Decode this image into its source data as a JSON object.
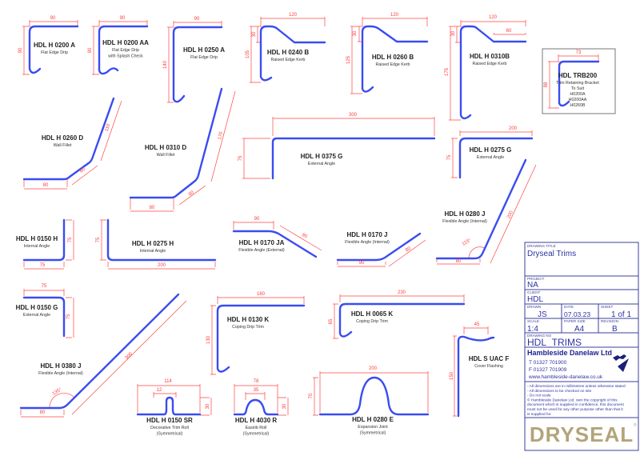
{
  "colors": {
    "profile": "#3a4cf0",
    "dimension": "#ff3b3b",
    "title_block": "#2e33a0",
    "logo": "#b3a47a"
  },
  "items": [
    {
      "code": "HDL H 0200 A",
      "desc": [
        "Flat Edge Drip"
      ],
      "dims": [
        "90",
        "90"
      ]
    },
    {
      "code": "HDL H 0200 AA",
      "desc": [
        "Flat Edge Drip",
        "with Splash Check"
      ],
      "dims": [
        "90",
        "90"
      ]
    },
    {
      "code": "HDL H 0250 A",
      "desc": [
        "Flat Edge Drip"
      ],
      "dims": [
        "90",
        "140"
      ]
    },
    {
      "code": "HDL H 0240 B",
      "desc": [
        "Raised Edge Kerb"
      ],
      "dims": [
        "120",
        "30",
        "105"
      ]
    },
    {
      "code": "HDL H 0260 B",
      "desc": [
        "Raised Edge Kerb"
      ],
      "dims": [
        "120",
        "30",
        "125"
      ]
    },
    {
      "code": "HDL H 0310B",
      "desc": [
        "Raised Edge Kerb"
      ],
      "dims": [
        "120",
        "60",
        "30",
        "175"
      ]
    },
    {
      "code": "HDL TRB200",
      "desc": [
        "Trim Retaining Bracket",
        "To Suit",
        "H0200A",
        "H0200AA",
        "H0260B"
      ],
      "dims": [
        "73",
        "88"
      ]
    },
    {
      "code": "HDL H 0260 D",
      "desc": [
        "Wall Fillet"
      ],
      "dims": [
        "80",
        "60",
        "110"
      ]
    },
    {
      "code": "HDL H 0310 D",
      "desc": [
        "Wall Fillet"
      ],
      "dims": [
        "80",
        "60",
        "170"
      ]
    },
    {
      "code": "HDL H 0375 G",
      "desc": [
        "External Angle"
      ],
      "dims": [
        "300",
        "75"
      ]
    },
    {
      "code": "HDL H 0275 G",
      "desc": [
        "External Angle"
      ],
      "dims": [
        "200",
        "75"
      ]
    },
    {
      "code": "HDL H 0280 J",
      "desc": [
        "Flexible Angle (Internal)"
      ],
      "dims": [
        "80",
        "200",
        "115°"
      ]
    },
    {
      "code": "HDL H 0150 H",
      "desc": [
        "Internal Angle"
      ],
      "dims": [
        "75",
        "75"
      ]
    },
    {
      "code": "HDL H 0275 H",
      "desc": [
        "Internal Angle"
      ],
      "dims": [
        "75",
        "200"
      ]
    },
    {
      "code": "HDL H 0170 JA",
      "desc": [
        "Flexible Angle (External)"
      ],
      "dims": [
        "90",
        "80"
      ]
    },
    {
      "code": "HDL H 0170 J",
      "desc": [
        "Flexible Angle (Internal)"
      ],
      "dims": [
        "90",
        "80"
      ]
    },
    {
      "code": "HDL H 0150 G",
      "desc": [
        "External Angle"
      ],
      "dims": [
        "75",
        "75"
      ]
    },
    {
      "code": "HDL H 0380 J",
      "desc": [
        "Flexible Angle (Internal)"
      ],
      "dims": [
        "80",
        "300",
        "135°"
      ]
    },
    {
      "code": "HDL H 0130 K",
      "desc": [
        "Coping Drip Trim"
      ],
      "dims": [
        "160",
        "130"
      ]
    },
    {
      "code": "HDL H 0065 K",
      "desc": [
        "Coping Drip Trim"
      ],
      "dims": [
        "230",
        "65"
      ]
    },
    {
      "code": "HDL S UAC F",
      "desc": [
        "Cover Flashing"
      ],
      "dims": [
        "45",
        "150"
      ]
    },
    {
      "code": "HDL H 0280 E",
      "desc": [
        "Expansion Joint",
        "(Symmetrical)"
      ],
      "dims": [
        "200",
        "70"
      ]
    },
    {
      "code": "HDL H 0150 SR",
      "desc": [
        "Decorative Trim Roll",
        "(Symmetrical)"
      ],
      "dims": [
        "114",
        "12",
        "30"
      ]
    },
    {
      "code": "HDL H 4030 R",
      "desc": [
        "Easirib Roll",
        "(Symmetrical)"
      ],
      "dims": [
        "78",
        "35",
        "30"
      ]
    }
  ],
  "title_block": {
    "drawing_title_label": "DRAWING TITLE",
    "drawing_title": "Dryseal Trims",
    "project_label": "PROJECT",
    "project": "NA",
    "client_label": "CLIENT",
    "client": "HDL",
    "drawn_label": "DRAWN",
    "drawn": "JS",
    "date_label": "DATE",
    "date": "07.03.23",
    "sheet_label": "SHEET",
    "sheet": "1 of 1",
    "scale_label": "SCALE",
    "scale": "1:4",
    "paper_size_label": "PAPER SIZE",
    "paper_size": "A4",
    "revision_label": "REVISION",
    "revision": "B",
    "drawing_no_label": "DRAWING NO",
    "drawing_no": "HDL_TRIMS",
    "company": "Hambleside Danelaw Ltd",
    "phone": "T  01327 701900",
    "fax": "F  01327 701909",
    "website": "www.hambleside-danelaw.co.uk",
    "notes": [
      "- All dimensions are in millimetres unless otherwise stated",
      "- All dimensions to be checked on site",
      "- Do not scale",
      "© Hambleside Danelaw Ltd. own the copyright of this",
      "document which is supplied in confidence, this document",
      "must not be used for any other purpose other than that it",
      "is supplied for."
    ],
    "logo": "DRYSEAL"
  }
}
